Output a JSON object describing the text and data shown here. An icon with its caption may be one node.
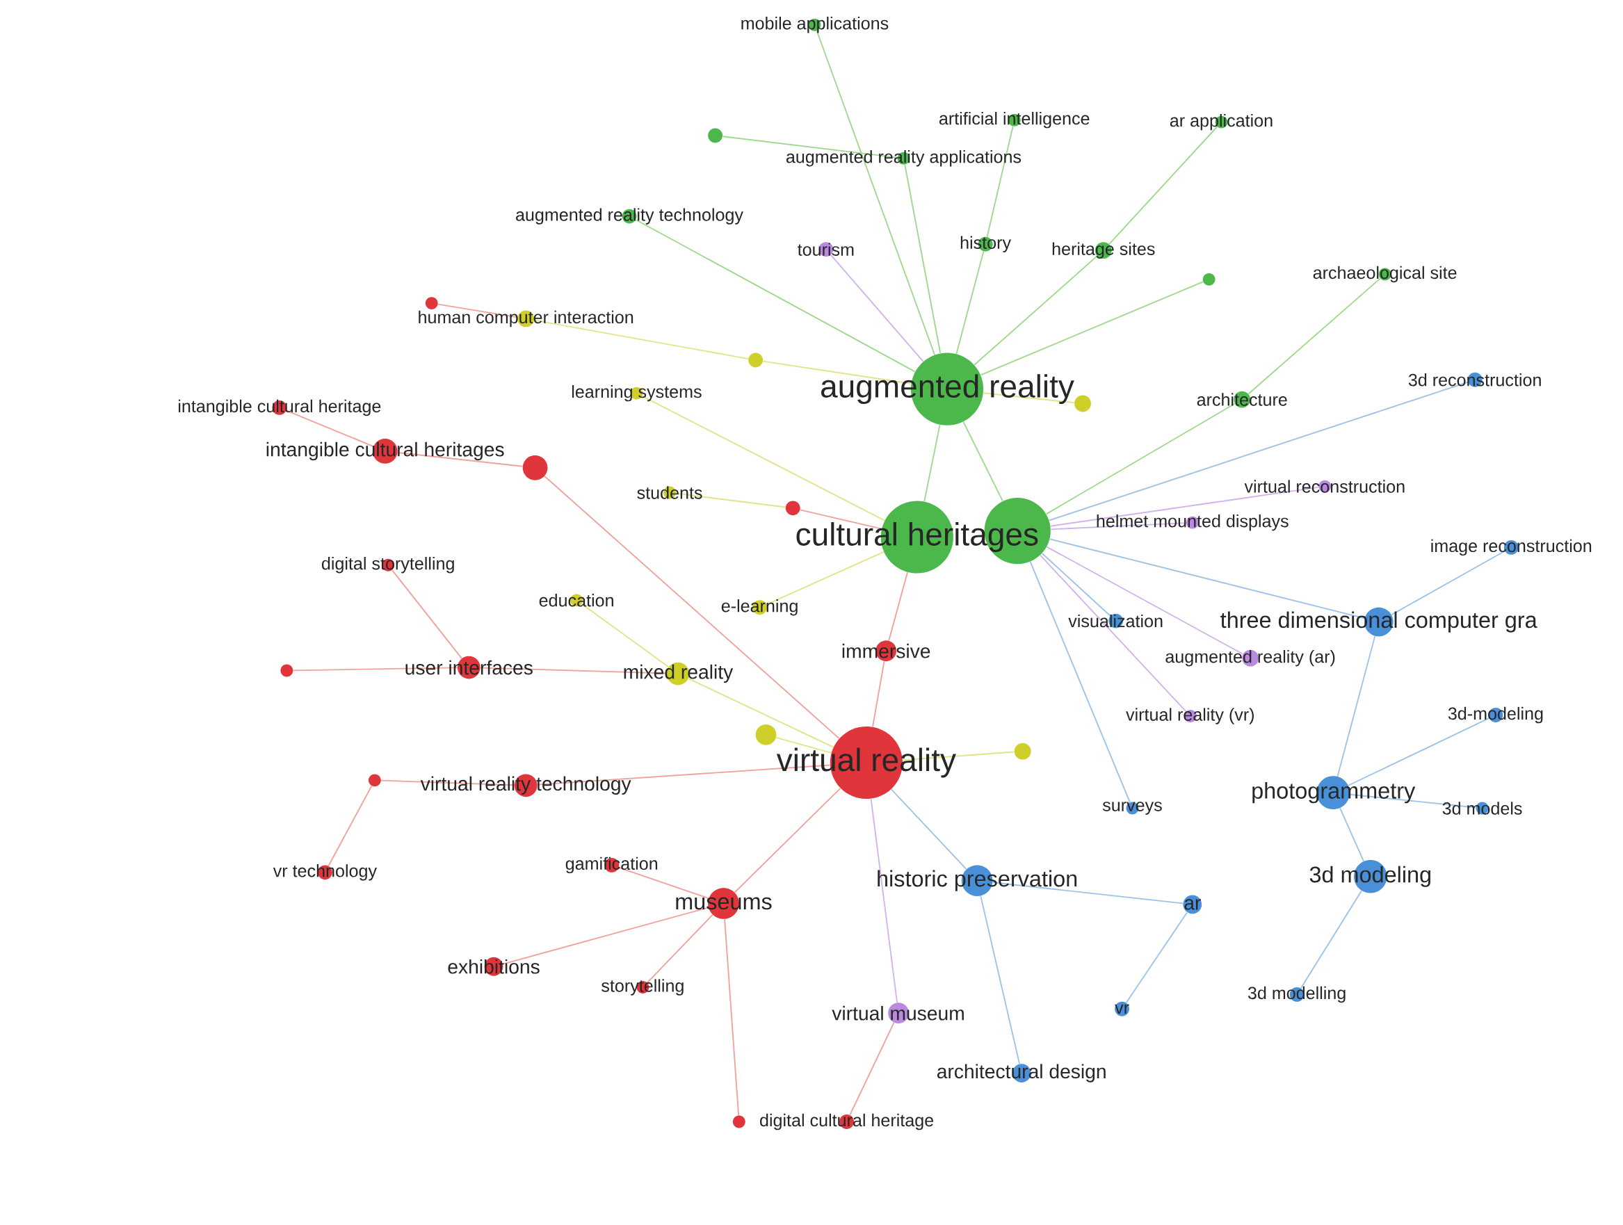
{
  "diagram": {
    "nodes": [
      {
        "text": [
          "mobile applications"
        ]
      },
      {
        "text": [
          "artificial intelligence"
        ]
      },
      {
        "text": [
          "ar application"
        ]
      },
      {
        "text": [],
        "shape": "circle"
      },
      {
        "text": [
          "augmented reality applications"
        ]
      },
      {
        "text": [
          "augmented reality technology"
        ]
      },
      {
        "text": [
          "tourism"
        ]
      },
      {
        "text": [
          "history"
        ]
      },
      {
        "text": [
          "heritage sites"
        ]
      },
      {
        "text": [],
        "shape": "circle"
      },
      {
        "text": [
          "archaeological site"
        ]
      },
      {
        "text": [],
        "shape": "circle"
      },
      {
        "text": [
          "human computer interaction"
        ]
      },
      {
        "text": [],
        "shape": "circle"
      },
      {
        "text": [
          "augmented reality"
        ]
      },
      {
        "text": [
          "learning systems"
        ]
      },
      {
        "text": [],
        "shape": "circle"
      },
      {
        "text": [
          "architecture"
        ]
      },
      {
        "text": [
          "3d reconstruction"
        ]
      },
      {
        "text": [
          "intangible cultural heritage"
        ]
      },
      {
        "text": [
          "intangible cultural heritages"
        ]
      },
      {
        "text": [],
        "shape": "circle"
      },
      {
        "text": [
          "students"
        ]
      },
      {
        "text": [],
        "shape": "circle"
      },
      {
        "text": [
          "virtual reconstruction"
        ]
      },
      {
        "text": [
          "cultural heritages"
        ]
      },
      {
        "text": [],
        "shape": "circle"
      },
      {
        "text": [
          "helmet mounted displays"
        ]
      },
      {
        "text": [
          "image reconstruction"
        ]
      },
      {
        "text": [
          "digital storytelling"
        ]
      },
      {
        "text": [
          "education"
        ]
      },
      {
        "text": [
          "e-learning"
        ]
      },
      {
        "text": [
          "immersive"
        ]
      },
      {
        "text": [
          "visualization"
        ]
      },
      {
        "text": [
          "three dimensional computer gra"
        ]
      },
      {
        "text": [
          "augmented reality (ar)"
        ]
      },
      {
        "text": [],
        "shape": "circle"
      },
      {
        "text": [
          "user interfaces"
        ]
      },
      {
        "text": [
          "mixed reality"
        ]
      },
      {
        "text": [
          "3d-modeling"
        ]
      },
      {
        "text": [
          "virtual reality (vr)"
        ]
      },
      {
        "text": [],
        "shape": "circle"
      },
      {
        "text": [],
        "shape": "circle"
      },
      {
        "text": [
          "virtual reality"
        ]
      },
      {
        "text": [],
        "shape": "circle"
      },
      {
        "text": [
          "virtual reality technology"
        ]
      },
      {
        "text": [
          "photogrammetry"
        ]
      },
      {
        "text": [
          "surveys"
        ]
      },
      {
        "text": [
          "3d models"
        ]
      },
      {
        "text": [
          "vr technology"
        ]
      },
      {
        "text": [
          "gamification"
        ]
      },
      {
        "text": [
          "historic preservation"
        ]
      },
      {
        "text": [
          "3d modeling"
        ]
      },
      {
        "text": [
          "museums"
        ]
      },
      {
        "text": [
          "ar"
        ]
      },
      {
        "text": [
          "exhibitions"
        ]
      },
      {
        "text": [
          "storytelling"
        ]
      },
      {
        "text": [
          "virtual museum"
        ]
      },
      {
        "text": [
          "vr"
        ]
      },
      {
        "text": [
          "3d modelling"
        ]
      },
      {
        "text": [
          "architectural design"
        ]
      },
      {
        "text": [],
        "shape": "circle"
      },
      {
        "text": [
          "digital cultural heritage"
        ]
      }
    ],
    "edges": [
      {
        "from": 0,
        "to": 14,
        "arrow": "none",
        "color": "#9fd98f"
      },
      {
        "from": 1,
        "to": 7,
        "arrow": "none",
        "color": "#9fd98f"
      },
      {
        "from": 2,
        "to": 8,
        "arrow": "none",
        "color": "#9fd98f"
      },
      {
        "from": 3,
        "to": 4,
        "arrow": "none",
        "color": "#9fd98f"
      },
      {
        "from": 4,
        "to": 14,
        "arrow": "none",
        "color": "#9fd98f"
      },
      {
        "from": 5,
        "to": 14,
        "arrow": "none",
        "color": "#9fd98f"
      },
      {
        "from": 6,
        "to": 14,
        "arrow": "none",
        "color": "#d3b3ec"
      },
      {
        "from": 7,
        "to": 14,
        "arrow": "none",
        "color": "#9fd98f"
      },
      {
        "from": 8,
        "to": 14,
        "arrow": "none",
        "color": "#9fd98f"
      },
      {
        "from": 9,
        "to": 14,
        "arrow": "none",
        "color": "#9fd98f"
      },
      {
        "from": 10,
        "to": 17,
        "arrow": "none",
        "color": "#9fd98f"
      },
      {
        "from": 11,
        "to": 12,
        "arrow": "none",
        "color": "#f0a29c"
      },
      {
        "from": 12,
        "to": 13,
        "arrow": "none",
        "color": "#e3e38a"
      },
      {
        "from": 13,
        "to": 14,
        "arrow": "none",
        "color": "#e3e38a"
      },
      {
        "from": 14,
        "to": 25,
        "arrow": "none",
        "color": "#9fd98f"
      },
      {
        "from": 14,
        "to": 26,
        "arrow": "none",
        "color": "#9fd98f"
      },
      {
        "from": 15,
        "to": 25,
        "arrow": "none",
        "color": "#e3e38a"
      },
      {
        "from": 16,
        "to": 14,
        "arrow": "none",
        "color": "#e3e38a"
      },
      {
        "from": 17,
        "to": 26,
        "arrow": "none",
        "color": "#9fd98f"
      },
      {
        "from": 18,
        "to": 26,
        "arrow": "none",
        "color": "#9cc3e8"
      },
      {
        "from": 19,
        "to": 20,
        "arrow": "none",
        "color": "#f0a29c"
      },
      {
        "from": 20,
        "to": 21,
        "arrow": "none",
        "color": "#f0a29c"
      },
      {
        "from": 21,
        "to": 43,
        "arrow": "none",
        "color": "#f0a29c"
      },
      {
        "from": 22,
        "to": 23,
        "arrow": "none",
        "color": "#e3e38a"
      },
      {
        "from": 23,
        "to": 25,
        "arrow": "none",
        "color": "#f0a29c"
      },
      {
        "from": 24,
        "to": 26,
        "arrow": "none",
        "color": "#d3b3ec"
      },
      {
        "from": 27,
        "to": 26,
        "arrow": "none",
        "color": "#d3b3ec"
      },
      {
        "from": 28,
        "to": 34,
        "arrow": "none",
        "color": "#9cc3e8"
      },
      {
        "from": 29,
        "to": 37,
        "arrow": "none",
        "color": "#f0a29c"
      },
      {
        "from": 30,
        "to": 38,
        "arrow": "none",
        "color": "#e3e38a"
      },
      {
        "from": 31,
        "to": 25,
        "arrow": "none",
        "color": "#e3e38a"
      },
      {
        "from": 32,
        "to": 25,
        "arrow": "none",
        "color": "#f0a29c"
      },
      {
        "from": 32,
        "to": 43,
        "arrow": "none",
        "color": "#f0a29c"
      },
      {
        "from": 33,
        "to": 26,
        "arrow": "none",
        "color": "#9cc3e8"
      },
      {
        "from": 34,
        "to": 26,
        "arrow": "none",
        "color": "#9cc3e8"
      },
      {
        "from": 35,
        "to": 26,
        "arrow": "none",
        "color": "#d3b3ec"
      },
      {
        "from": 36,
        "to": 37,
        "arrow": "none",
        "color": "#f0a29c"
      },
      {
        "from": 37,
        "to": 38,
        "arrow": "none",
        "color": "#f0a29c"
      },
      {
        "from": 38,
        "to": 43,
        "arrow": "none",
        "color": "#e3e38a"
      },
      {
        "from": 39,
        "to": 46,
        "arrow": "none",
        "color": "#9cc3e8"
      },
      {
        "from": 40,
        "to": 26,
        "arrow": "none",
        "color": "#d3b3ec"
      },
      {
        "from": 41,
        "to": 43,
        "arrow": "none",
        "color": "#e3e38a"
      },
      {
        "from": 42,
        "to": 43,
        "arrow": "none",
        "color": "#e3e38a"
      },
      {
        "from": 44,
        "to": 45,
        "arrow": "none",
        "color": "#f0a29c"
      },
      {
        "from": 45,
        "to": 43,
        "arrow": "none",
        "color": "#f0a29c"
      },
      {
        "from": 46,
        "to": 34,
        "arrow": "none",
        "color": "#9cc3e8"
      },
      {
        "from": 47,
        "to": 26,
        "arrow": "none",
        "color": "#9cc3e8"
      },
      {
        "from": 48,
        "to": 46,
        "arrow": "none",
        "color": "#9cc3e8"
      },
      {
        "from": 49,
        "to": 44,
        "arrow": "none",
        "color": "#f0a29c"
      },
      {
        "from": 50,
        "to": 53,
        "arrow": "none",
        "color": "#f0a29c"
      },
      {
        "from": 51,
        "to": 43,
        "arrow": "none",
        "color": "#9cc3e8"
      },
      {
        "from": 52,
        "to": 46,
        "arrow": "none",
        "color": "#9cc3e8"
      },
      {
        "from": 53,
        "to": 43,
        "arrow": "none",
        "color": "#f0a29c"
      },
      {
        "from": 54,
        "to": 51,
        "arrow": "none",
        "color": "#9cc3e8"
      },
      {
        "from": 55,
        "to": 53,
        "arrow": "none",
        "color": "#f0a29c"
      },
      {
        "from": 56,
        "to": 53,
        "arrow": "none",
        "color": "#f0a29c"
      },
      {
        "from": 57,
        "to": 43,
        "arrow": "none",
        "color": "#d3b3ec"
      },
      {
        "from": 58,
        "to": 54,
        "arrow": "none",
        "color": "#9cc3e8"
      },
      {
        "from": 59,
        "to": 52,
        "arrow": "none",
        "color": "#9cc3e8"
      },
      {
        "from": 60,
        "to": 51,
        "arrow": "none",
        "color": "#9cc3e8"
      },
      {
        "from": 61,
        "to": 53,
        "arrow": "none",
        "color": "#f0a29c"
      },
      {
        "from": 62,
        "to": 57,
        "arrow": "none",
        "color": "#f0a29c"
      }
    ]
  }
}
